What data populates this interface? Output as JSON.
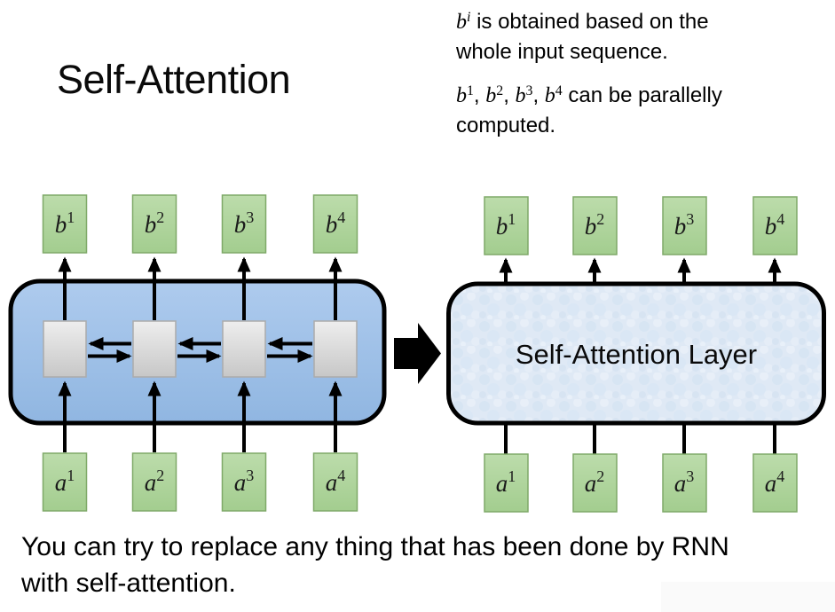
{
  "slide": {
    "title": "Self-Attention",
    "note1": {
      "base": "b",
      "sup": "i",
      "line1": " is obtained based on the",
      "line2": "whole input sequence."
    },
    "note2": {
      "terms": [
        {
          "base": "b",
          "sup": "1"
        },
        {
          "base": "b",
          "sup": "2"
        },
        {
          "base": "b",
          "sup": "3"
        },
        {
          "base": "b",
          "sup": "4"
        }
      ],
      "comma": ", ",
      "line1": " can be parallelly",
      "line2": "computed."
    },
    "bottom": {
      "line1": "You can try to replace any thing that has been done by RNN",
      "line2": "with self-attention."
    }
  },
  "left_diagram": {
    "outputs": [
      {
        "base": "b",
        "sup": "1"
      },
      {
        "base": "b",
        "sup": "2"
      },
      {
        "base": "b",
        "sup": "3"
      },
      {
        "base": "b",
        "sup": "4"
      }
    ],
    "inputs": [
      {
        "base": "a",
        "sup": "1"
      },
      {
        "base": "a",
        "sup": "2"
      },
      {
        "base": "a",
        "sup": "3"
      },
      {
        "base": "a",
        "sup": "4"
      }
    ]
  },
  "right_diagram": {
    "label": "Self-Attention Layer",
    "outputs": [
      {
        "base": "b",
        "sup": "1"
      },
      {
        "base": "b",
        "sup": "2"
      },
      {
        "base": "b",
        "sup": "3"
      },
      {
        "base": "b",
        "sup": "4"
      }
    ],
    "inputs": [
      {
        "base": "a",
        "sup": "1"
      },
      {
        "base": "a",
        "sup": "2"
      },
      {
        "base": "a",
        "sup": "3"
      },
      {
        "base": "a",
        "sup": "4"
      }
    ]
  },
  "colors": {
    "green_box_fill": "#aed39c",
    "green_box_border": "#7fa968",
    "rnn_panel_blue": "#9cc0e6",
    "attention_panel_blue": "#dfe9f5",
    "cell_gray": "#d9d9d9",
    "arrow_black": "#000000"
  }
}
